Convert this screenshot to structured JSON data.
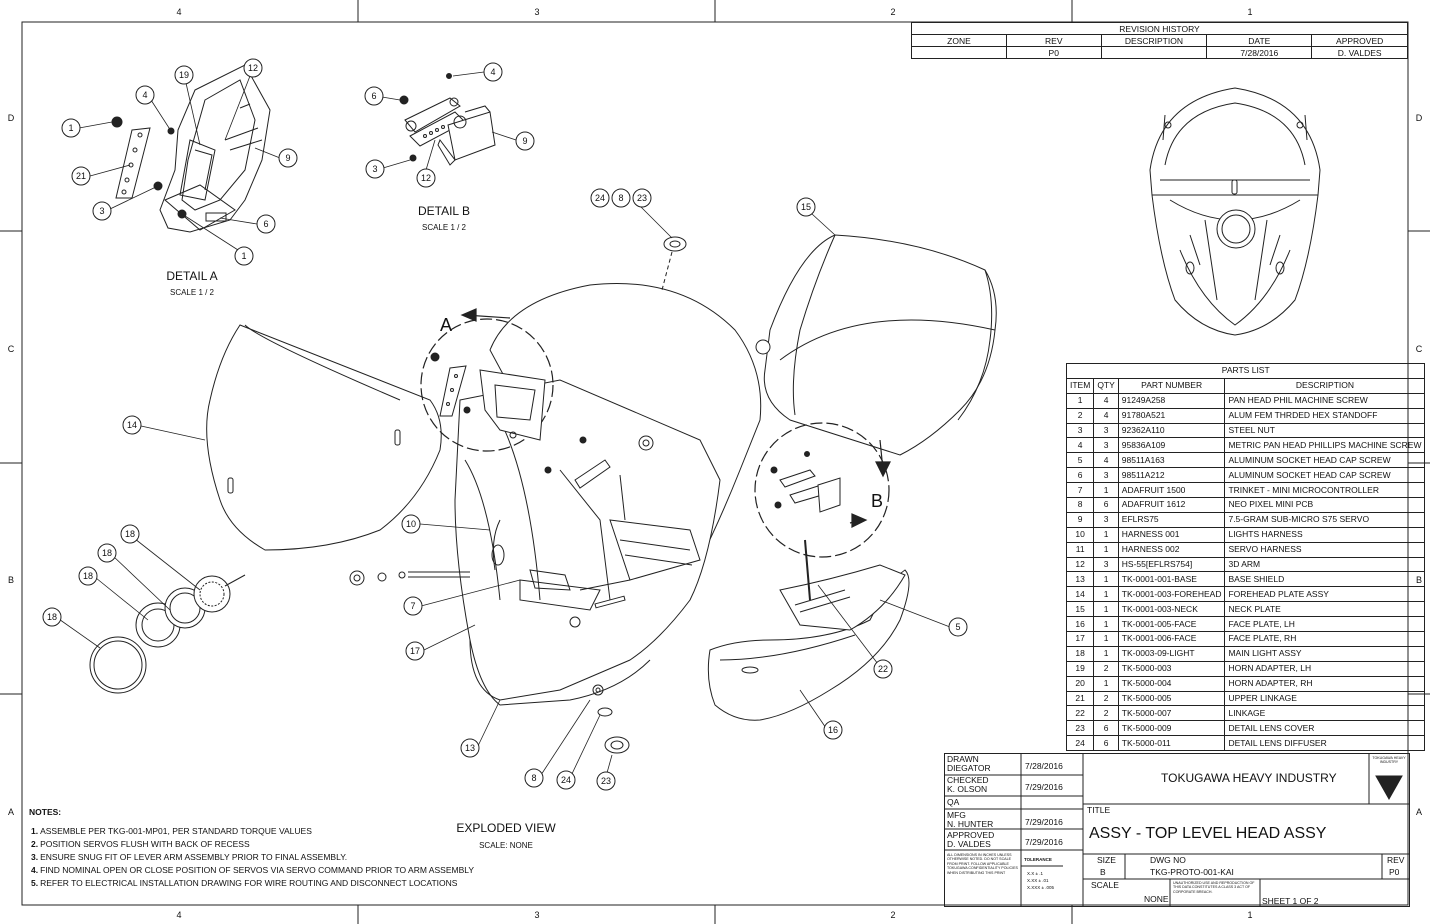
{
  "border": {
    "columns_top": [
      "4",
      "3",
      "2",
      "1"
    ],
    "columns_bottom": [
      "4",
      "3",
      "2",
      "1"
    ],
    "rows_left": [
      "D",
      "C",
      "B",
      "A"
    ],
    "rows_right": [
      "D",
      "C",
      "B",
      "A"
    ]
  },
  "revision_history": {
    "title": "REVISION HISTORY",
    "headers": [
      "ZONE",
      "REV",
      "DESCRIPTION",
      "DATE",
      "APPROVED"
    ],
    "rows": [
      [
        "",
        "P0",
        "",
        "7/28/2016",
        "D. VALDES"
      ]
    ]
  },
  "parts_list": {
    "title": "PARTS LIST",
    "headers": [
      "ITEM",
      "QTY",
      "PART NUMBER",
      "DESCRIPTION"
    ],
    "rows": [
      [
        "1",
        "4",
        "91249A258",
        "PAN HEAD PHIL MACHINE SCREW"
      ],
      [
        "2",
        "4",
        "91780A521",
        "ALUM FEM THRDED HEX STANDOFF"
      ],
      [
        "3",
        "3",
        "92362A110",
        "STEEL NUT"
      ],
      [
        "4",
        "3",
        "95836A109",
        "METRIC PAN HEAD PHILLIPS MACHINE SCREW"
      ],
      [
        "5",
        "4",
        "98511A163",
        "ALUMINUM SOCKET HEAD CAP SCREW"
      ],
      [
        "6",
        "3",
        "98511A212",
        "ALUMINUM SOCKET HEAD CAP SCREW"
      ],
      [
        "7",
        "1",
        "ADAFRUIT 1500",
        "TRINKET - MINI MICROCONTROLLER"
      ],
      [
        "8",
        "6",
        "ADAFRUIT 1612",
        "NEO PIXEL MINI PCB"
      ],
      [
        "9",
        "3",
        "EFLRS75",
        "7.5-GRAM SUB-MICRO S75 SERVO"
      ],
      [
        "10",
        "1",
        "HARNESS 001",
        "LIGHTS HARNESS"
      ],
      [
        "11",
        "1",
        "HARNESS 002",
        "SERVO HARNESS"
      ],
      [
        "12",
        "3",
        "HS-55[EFLRS754]",
        "3D ARM"
      ],
      [
        "13",
        "1",
        "TK-0001-001-BASE",
        "BASE SHIELD"
      ],
      [
        "14",
        "1",
        "TK-0001-003-FOREHEAD",
        "FOREHEAD PLATE ASSY"
      ],
      [
        "15",
        "1",
        "TK-0001-003-NECK",
        "NECK PLATE"
      ],
      [
        "16",
        "1",
        "TK-0001-005-FACE",
        "FACE PLATE, LH"
      ],
      [
        "17",
        "1",
        "TK-0001-006-FACE",
        "FACE PLATE, RH"
      ],
      [
        "18",
        "1",
        "TK-0003-09-LIGHT",
        "MAIN LIGHT ASSY"
      ],
      [
        "19",
        "2",
        "TK-5000-003",
        "HORN ADAPTER, LH"
      ],
      [
        "20",
        "1",
        "TK-5000-004",
        "HORN ADAPTER, RH"
      ],
      [
        "21",
        "2",
        "TK-5000-005",
        "UPPER LINKAGE"
      ],
      [
        "22",
        "2",
        "TK-5000-007",
        "LINKAGE"
      ],
      [
        "23",
        "6",
        "TK-5000-009",
        "DETAIL LENS COVER"
      ],
      [
        "24",
        "6",
        "TK-5000-011",
        "DETAIL LENS DIFFUSER"
      ]
    ]
  },
  "title_block": {
    "drawn_label": "DRAWN",
    "drawn_name": "DIEGATOR",
    "drawn_date": "7/28/2016",
    "checked_label": "CHECKED",
    "checked_name": "K. OLSON",
    "checked_date": "7/29/2016",
    "qa_label": "QA",
    "mfg_label": "MFG",
    "mfg_name": "N. HUNTER",
    "mfg_date": "7/29/2016",
    "approved_label": "APPROVED",
    "approved_name": "D. VALDES",
    "approved_date": "7/29/2016",
    "company": "TOKUGAWA HEAVY INDUSTRY",
    "logo_text": "TOKUGAWA HEAVY INDUSTRY",
    "title_label": "TITLE",
    "title": "ASSY - TOP LEVEL HEAD ASSY",
    "size_label": "SIZE",
    "size": "B",
    "dwg_no_label": "DWG NO",
    "dwg_no": "TKG-PROTO-001-KAI",
    "rev_label": "REV",
    "rev": "P0",
    "scale_label": "SCALE",
    "scale": "NONE",
    "sheet": "SHEET 1  OF 2",
    "dimension_note": "ALL DIMENSIONS IN INCHES UNLESS OTHERWISE NOTED. DO NOT SCALE FROM PRINT. FOLLOW APPLICABLE TOKUGAWA CONFIDENTIALITY POLICIES WHEN DISTRIBUTING THIS PRINT",
    "tolerance_label": "TOLERANCE",
    "tolerance_values": [
      "X.X ± .1",
      "X.XX ± .01",
      "X.XXX ± .005"
    ],
    "confidential_note": "UNAUTHORIZED USE AND REPRODUCTION OF THIS DATA CONSTITUTES A CLASS 3 ACT OF CORPORATE BREACH."
  },
  "views": {
    "detail_a": {
      "title": "DETAIL  A",
      "scale": "SCALE 1 / 2"
    },
    "detail_b": {
      "title": "DETAIL  B",
      "scale": "SCALE 1 / 2"
    },
    "exploded": {
      "title": "EXPLODED VIEW",
      "scale": "SCALE: NONE"
    },
    "callout_a": "A",
    "callout_b": "B"
  },
  "balloons": {
    "detail_a": [
      "1",
      "4",
      "19",
      "12",
      "21",
      "3",
      "9",
      "6",
      "1"
    ],
    "detail_b": [
      "6",
      "4",
      "3",
      "12",
      "9"
    ],
    "exploded": [
      "24",
      "8",
      "23",
      "15",
      "14",
      "18",
      "18",
      "18",
      "18",
      "10",
      "7",
      "17",
      "13",
      "8",
      "24",
      "23",
      "22",
      "16",
      "5"
    ]
  },
  "notes": {
    "title": "NOTES:",
    "items": [
      {
        "num": "1.",
        "text": "ASSEMBLE PER TKG-001-MP01, PER STANDARD TORQUE VALUES"
      },
      {
        "num": "2.",
        "text": "POSITION SERVOS FLUSH WITH BACK OF RECESS"
      },
      {
        "num": "3.",
        "text": "ENSURE SNUG FIT OF LEVER ARM ASSEMBLY PRIOR TO FINAL ASSEMBLY."
      },
      {
        "num": "4.",
        "text": "FIND NOMINAL OPEN OR CLOSE POSITION OF SERVOS VIA SERVO COMMAND PRIOR TO ARM ASSEMBLY"
      },
      {
        "num": "5.",
        "text": "REFER TO ELECTRICAL INSTALLATION DRAWING FOR WIRE ROUTING AND DISCONNECT LOCATIONS"
      }
    ]
  }
}
